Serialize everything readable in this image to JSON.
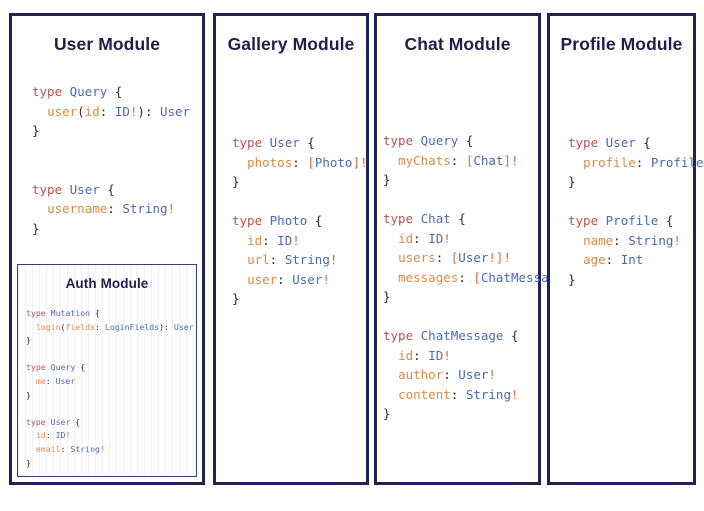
{
  "board": {
    "background": "#ffffff",
    "border_color": "#232257",
    "title_color": "#1f1f4d",
    "palette": {
      "keyword": "#c0504d",
      "type_name": "#4a6ab0",
      "field_name": "#e08a43",
      "punctuation": "#2b2b2b",
      "non_null": "#e06a3a"
    }
  },
  "panels": [
    {
      "id": "user-module",
      "title": "User Module",
      "code_lines": [
        [
          {
            "t": "type",
            "c": "kw"
          },
          {
            "t": " ",
            "c": "pun"
          },
          {
            "t": "Query",
            "c": "tn"
          },
          {
            "t": " {",
            "c": "pun"
          }
        ],
        [
          {
            "t": "  ",
            "c": "pun"
          },
          {
            "t": "user",
            "c": "fld"
          },
          {
            "t": "(",
            "c": "pun"
          },
          {
            "t": "id",
            "c": "fld"
          },
          {
            "t": ": ",
            "c": "pun"
          },
          {
            "t": "ID",
            "c": "tn"
          },
          {
            "t": "!",
            "c": "bang"
          },
          {
            "t": "): ",
            "c": "pun"
          },
          {
            "t": "User",
            "c": "tn"
          }
        ],
        [
          {
            "t": "}",
            "c": "pun"
          }
        ],
        [
          {
            "t": "",
            "c": "pun"
          }
        ],
        [
          {
            "t": "",
            "c": "pun"
          }
        ],
        [
          {
            "t": "type",
            "c": "kw"
          },
          {
            "t": " ",
            "c": "pun"
          },
          {
            "t": "User",
            "c": "tn"
          },
          {
            "t": " {",
            "c": "pun"
          }
        ],
        [
          {
            "t": "  ",
            "c": "pun"
          },
          {
            "t": "username",
            "c": "fld"
          },
          {
            "t": ": ",
            "c": "pun"
          },
          {
            "t": "String",
            "c": "tn"
          },
          {
            "t": "!",
            "c": "bang"
          }
        ],
        [
          {
            "t": "}",
            "c": "pun"
          }
        ]
      ],
      "subpanel": {
        "id": "auth-module",
        "title": "Auth Module",
        "code_lines": [
          [
            {
              "t": "type",
              "c": "kw"
            },
            {
              "t": " ",
              "c": "pun"
            },
            {
              "t": "Mutation",
              "c": "tn"
            },
            {
              "t": " {",
              "c": "pun"
            }
          ],
          [
            {
              "t": "  ",
              "c": "pun"
            },
            {
              "t": "login",
              "c": "fld"
            },
            {
              "t": "(",
              "c": "pun"
            },
            {
              "t": "fields",
              "c": "fld"
            },
            {
              "t": ": ",
              "c": "pun"
            },
            {
              "t": "LoginFields",
              "c": "tn"
            },
            {
              "t": "): ",
              "c": "pun"
            },
            {
              "t": "User",
              "c": "tn"
            }
          ],
          [
            {
              "t": "}",
              "c": "pun"
            }
          ],
          [
            {
              "t": "",
              "c": "pun"
            }
          ],
          [
            {
              "t": "type",
              "c": "kw"
            },
            {
              "t": " ",
              "c": "pun"
            },
            {
              "t": "Query",
              "c": "tn"
            },
            {
              "t": " {",
              "c": "pun"
            }
          ],
          [
            {
              "t": "  ",
              "c": "pun"
            },
            {
              "t": "me",
              "c": "fld"
            },
            {
              "t": ": ",
              "c": "pun"
            },
            {
              "t": "User",
              "c": "tn"
            }
          ],
          [
            {
              "t": "}",
              "c": "pun"
            }
          ],
          [
            {
              "t": "",
              "c": "pun"
            }
          ],
          [
            {
              "t": "type",
              "c": "kw"
            },
            {
              "t": " ",
              "c": "pun"
            },
            {
              "t": "User",
              "c": "tn"
            },
            {
              "t": " {",
              "c": "pun"
            }
          ],
          [
            {
              "t": "  ",
              "c": "pun"
            },
            {
              "t": "id",
              "c": "fld"
            },
            {
              "t": ": ",
              "c": "pun"
            },
            {
              "t": "ID",
              "c": "tn"
            },
            {
              "t": "!",
              "c": "bang"
            }
          ],
          [
            {
              "t": "  ",
              "c": "pun"
            },
            {
              "t": "email",
              "c": "fld"
            },
            {
              "t": ": ",
              "c": "pun"
            },
            {
              "t": "String",
              "c": "tn"
            },
            {
              "t": "!",
              "c": "bang"
            }
          ],
          [
            {
              "t": "}",
              "c": "pun"
            }
          ]
        ]
      }
    },
    {
      "id": "gallery-module",
      "title": "Gallery Module",
      "code_lines": [
        [
          {
            "t": "type",
            "c": "kw"
          },
          {
            "t": " ",
            "c": "pun"
          },
          {
            "t": "User",
            "c": "tn"
          },
          {
            "t": " {",
            "c": "pun"
          }
        ],
        [
          {
            "t": "  ",
            "c": "pun"
          },
          {
            "t": "photos",
            "c": "fld"
          },
          {
            "t": ": ",
            "c": "pun"
          },
          {
            "t": "[",
            "c": "bang"
          },
          {
            "t": "Photo",
            "c": "tn"
          },
          {
            "t": "]",
            "c": "bang"
          },
          {
            "t": "!",
            "c": "bang"
          }
        ],
        [
          {
            "t": "}",
            "c": "pun"
          }
        ],
        [
          {
            "t": "",
            "c": "pun"
          }
        ],
        [
          {
            "t": "type",
            "c": "kw"
          },
          {
            "t": " ",
            "c": "pun"
          },
          {
            "t": "Photo",
            "c": "tn"
          },
          {
            "t": " {",
            "c": "pun"
          }
        ],
        [
          {
            "t": "  ",
            "c": "pun"
          },
          {
            "t": "id",
            "c": "fld"
          },
          {
            "t": ": ",
            "c": "pun"
          },
          {
            "t": "ID",
            "c": "tn"
          },
          {
            "t": "!",
            "c": "bang"
          }
        ],
        [
          {
            "t": "  ",
            "c": "pun"
          },
          {
            "t": "url",
            "c": "fld"
          },
          {
            "t": ": ",
            "c": "pun"
          },
          {
            "t": "String",
            "c": "tn"
          },
          {
            "t": "!",
            "c": "bang"
          }
        ],
        [
          {
            "t": "  ",
            "c": "pun"
          },
          {
            "t": "user",
            "c": "fld"
          },
          {
            "t": ": ",
            "c": "pun"
          },
          {
            "t": "User",
            "c": "tn"
          },
          {
            "t": "!",
            "c": "bang"
          }
        ],
        [
          {
            "t": "}",
            "c": "pun"
          }
        ]
      ]
    },
    {
      "id": "chat-module",
      "title": "Chat Module",
      "code_lines": [
        [
          {
            "t": "type",
            "c": "kw"
          },
          {
            "t": " ",
            "c": "pun"
          },
          {
            "t": "Query",
            "c": "tn"
          },
          {
            "t": " {",
            "c": "pun"
          }
        ],
        [
          {
            "t": "  ",
            "c": "pun"
          },
          {
            "t": "myChats",
            "c": "fld"
          },
          {
            "t": ": ",
            "c": "pun"
          },
          {
            "t": "[",
            "c": "bang"
          },
          {
            "t": "Chat",
            "c": "tn"
          },
          {
            "t": "]",
            "c": "bang"
          },
          {
            "t": "!",
            "c": "bang"
          }
        ],
        [
          {
            "t": "}",
            "c": "pun"
          }
        ],
        [
          {
            "t": "",
            "c": "pun"
          }
        ],
        [
          {
            "t": "type",
            "c": "kw"
          },
          {
            "t": " ",
            "c": "pun"
          },
          {
            "t": "Chat",
            "c": "tn"
          },
          {
            "t": " {",
            "c": "pun"
          }
        ],
        [
          {
            "t": "  ",
            "c": "pun"
          },
          {
            "t": "id",
            "c": "fld"
          },
          {
            "t": ": ",
            "c": "pun"
          },
          {
            "t": "ID",
            "c": "tn"
          },
          {
            "t": "!",
            "c": "bang"
          }
        ],
        [
          {
            "t": "  ",
            "c": "pun"
          },
          {
            "t": "users",
            "c": "fld"
          },
          {
            "t": ": ",
            "c": "pun"
          },
          {
            "t": "[",
            "c": "bang"
          },
          {
            "t": "User",
            "c": "tn"
          },
          {
            "t": "!]!",
            "c": "bang"
          }
        ],
        [
          {
            "t": "  ",
            "c": "pun"
          },
          {
            "t": "messages",
            "c": "fld"
          },
          {
            "t": ": ",
            "c": "pun"
          },
          {
            "t": "[",
            "c": "bang"
          },
          {
            "t": "ChatMessage",
            "c": "tn"
          },
          {
            "t": "]",
            "c": "bang"
          },
          {
            "t": "!",
            "c": "bang"
          }
        ],
        [
          {
            "t": "}",
            "c": "pun"
          }
        ],
        [
          {
            "t": "",
            "c": "pun"
          }
        ],
        [
          {
            "t": "type",
            "c": "kw"
          },
          {
            "t": " ",
            "c": "pun"
          },
          {
            "t": "ChatMessage",
            "c": "tn"
          },
          {
            "t": " {",
            "c": "pun"
          }
        ],
        [
          {
            "t": "  ",
            "c": "pun"
          },
          {
            "t": "id",
            "c": "fld"
          },
          {
            "t": ": ",
            "c": "pun"
          },
          {
            "t": "ID",
            "c": "tn"
          },
          {
            "t": "!",
            "c": "bang"
          }
        ],
        [
          {
            "t": "  ",
            "c": "pun"
          },
          {
            "t": "author",
            "c": "fld"
          },
          {
            "t": ": ",
            "c": "pun"
          },
          {
            "t": "User",
            "c": "tn"
          },
          {
            "t": "!",
            "c": "bang"
          }
        ],
        [
          {
            "t": "  ",
            "c": "pun"
          },
          {
            "t": "content",
            "c": "fld"
          },
          {
            "t": ": ",
            "c": "pun"
          },
          {
            "t": "String",
            "c": "tn"
          },
          {
            "t": "!",
            "c": "bang"
          }
        ],
        [
          {
            "t": "}",
            "c": "pun"
          }
        ]
      ]
    },
    {
      "id": "profile-module",
      "title": "Profile Module",
      "code_lines": [
        [
          {
            "t": "type",
            "c": "kw"
          },
          {
            "t": " ",
            "c": "pun"
          },
          {
            "t": "User",
            "c": "tn"
          },
          {
            "t": " {",
            "c": "pun"
          }
        ],
        [
          {
            "t": "  ",
            "c": "pun"
          },
          {
            "t": "profile",
            "c": "fld"
          },
          {
            "t": ": ",
            "c": "pun"
          },
          {
            "t": "Profile",
            "c": "tn"
          },
          {
            "t": "!",
            "c": "bang"
          }
        ],
        [
          {
            "t": "}",
            "c": "pun"
          }
        ],
        [
          {
            "t": "",
            "c": "pun"
          }
        ],
        [
          {
            "t": "type",
            "c": "kw"
          },
          {
            "t": " ",
            "c": "pun"
          },
          {
            "t": "Profile",
            "c": "tn"
          },
          {
            "t": " {",
            "c": "pun"
          }
        ],
        [
          {
            "t": "  ",
            "c": "pun"
          },
          {
            "t": "name",
            "c": "fld"
          },
          {
            "t": ": ",
            "c": "pun"
          },
          {
            "t": "String",
            "c": "tn"
          },
          {
            "t": "!",
            "c": "bang"
          }
        ],
        [
          {
            "t": "  ",
            "c": "pun"
          },
          {
            "t": "age",
            "c": "fld"
          },
          {
            "t": ": ",
            "c": "pun"
          },
          {
            "t": "Int",
            "c": "tn"
          }
        ],
        [
          {
            "t": "}",
            "c": "pun"
          }
        ]
      ]
    }
  ]
}
